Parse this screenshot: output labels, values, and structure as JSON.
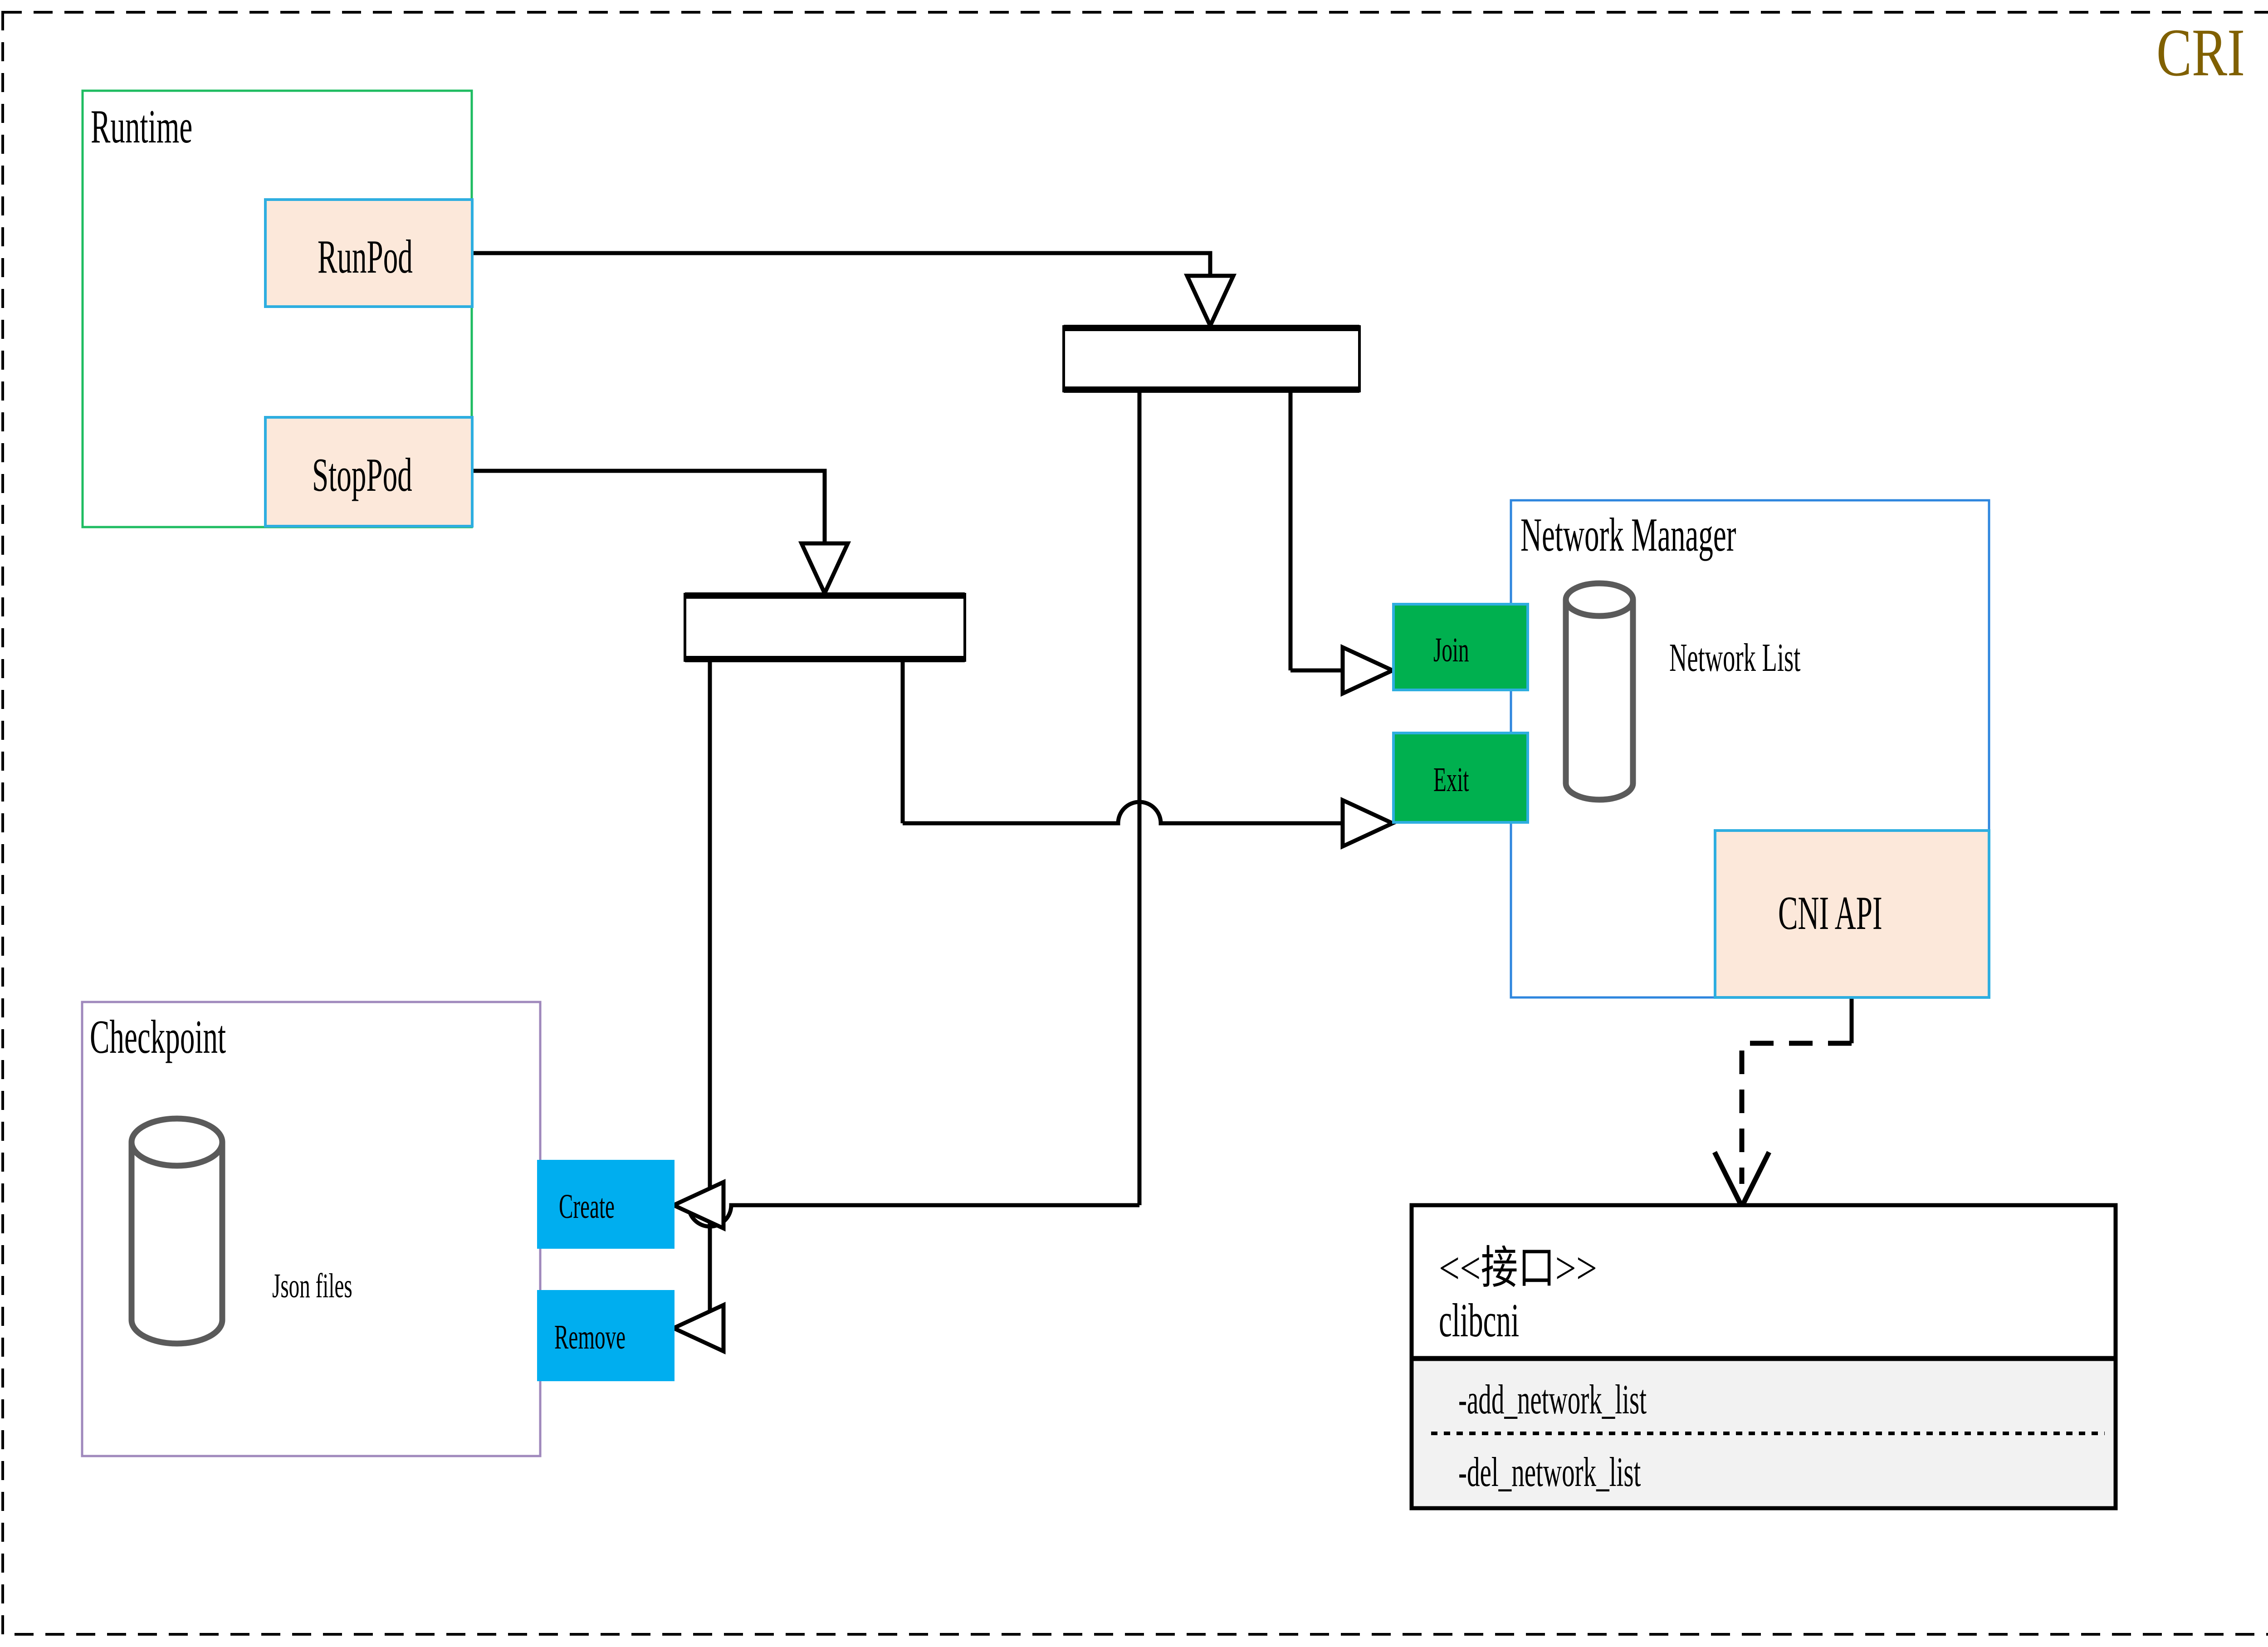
{
  "diagram": {
    "title": "CRI",
    "title_color": "#806000",
    "outer_border_style": "dashed"
  },
  "packages": [
    {
      "id": "runtime",
      "label": "Runtime",
      "border_color": "#1ebc61"
    },
    {
      "id": "checkpoint",
      "label": "Checkpoint",
      "border_color": "#9f88bc"
    },
    {
      "id": "netmgr",
      "label": "Network Manager",
      "border_color": "#2e86de"
    }
  ],
  "operations": {
    "runpod": {
      "label": "RunPod",
      "fill": "#fce8da",
      "border": "#2eaee0"
    },
    "stoppod": {
      "label": "StopPod",
      "fill": "#fce8da",
      "border": "#2eaee0"
    },
    "cni_api": {
      "label": "CNI API",
      "fill": "#fce8da",
      "border": "#2eaee0"
    },
    "join": {
      "label": "Join",
      "fill": "#00b04f",
      "border": "#2eaee0"
    },
    "exit": {
      "label": "Exit",
      "fill": "#00b04f",
      "border": "#2eaee0"
    },
    "create": {
      "label": "Create",
      "fill": "#00aeef",
      "border": "#00aeef"
    },
    "remove": {
      "label": "Remove",
      "fill": "#00aeef",
      "border": "#00aeef"
    }
  },
  "datastores": [
    {
      "id": "network-list",
      "label": "Network List"
    },
    {
      "id": "json-files",
      "label": "Json files"
    }
  ],
  "interface_box": {
    "stereotype": "<<接口>>",
    "name": "clibcni",
    "methods": [
      "-add_network_list",
      "-del_network_list"
    ],
    "method_fill": "#f2f2f2"
  },
  "forks": [
    {
      "id": "fork-upper"
    },
    {
      "id": "fork-lower"
    }
  ]
}
